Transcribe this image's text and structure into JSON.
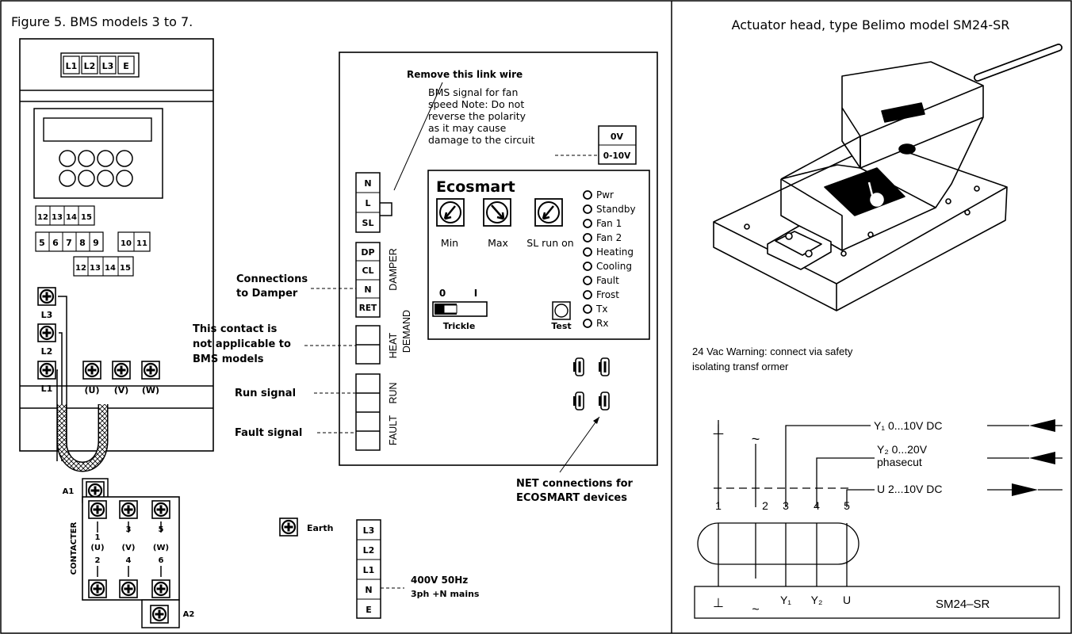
{
  "figure": {
    "title": "Figure 5. BMS models 3 to 7.",
    "actuator_title": "Actuator head, type Belimo model SM24-SR"
  },
  "unit": {
    "top_terminals": [
      "L1",
      "L2",
      "L3",
      "E"
    ],
    "row1": [
      "12",
      "13",
      "14",
      "15"
    ],
    "row2": [
      "5",
      "6",
      "7",
      "8",
      "9"
    ],
    "row2b": [
      "10",
      "11"
    ],
    "row3": [
      "12",
      "13",
      "14",
      "15"
    ],
    "screw_labels": [
      "L3",
      "L2",
      "L1"
    ],
    "bottom_labels": [
      "(U)",
      "(V)",
      "(W)"
    ]
  },
  "contactor": {
    "label": "CONTACTER",
    "a1": "A1",
    "a2": "A2",
    "top_numbers": [
      "1",
      "3",
      "5"
    ],
    "phase_labels": [
      "(U)",
      "(V)",
      "(W)"
    ],
    "bottom_numbers": [
      "2",
      "4",
      "6"
    ]
  },
  "mains": {
    "earth_label": "Earth",
    "terminals": [
      "L3",
      "L2",
      "L1",
      "N",
      "E"
    ],
    "line1": "400V 50Hz",
    "line2": "3ph +N mains"
  },
  "control": {
    "remove_link": "Remove this link wire",
    "bms_note": [
      "BMS signal for fan",
      "speed Note: Do not",
      "reverse the polarity",
      "as it may cause",
      "damage to the circuit"
    ],
    "ov_terminals": [
      "0V",
      "0-10V"
    ],
    "nlsl_terminals": [
      "N",
      "L",
      "SL"
    ],
    "damper_terminals": [
      "DP",
      "CL",
      "N",
      "RET"
    ],
    "damper_label": "DAMPER",
    "heat_label": "HEAT",
    "demand_label": "DEMAND",
    "run_label": "RUN",
    "fault_label": "FAULT",
    "connections_to_damper": [
      "Connections",
      "to Damper"
    ],
    "contact_note": [
      "This contact is",
      "not applicable to",
      "BMS models"
    ],
    "run_signal": "Run signal",
    "fault_signal": "Fault signal",
    "net_connections": [
      "NET connections for",
      "ECOSMART devices"
    ]
  },
  "ecosmart": {
    "brand": "Ecosmart",
    "dials": [
      "Min",
      "Max",
      "SL run on"
    ],
    "switch_labels": [
      "0",
      "I"
    ],
    "trickle": "Trickle",
    "test": "Test",
    "leds": [
      "Pwr",
      "Standby",
      "Fan 1",
      "Fan 2",
      "Heating",
      "Cooling",
      "Fault",
      "Frost",
      "Tx",
      "Rx"
    ]
  },
  "actuator": {
    "warning": [
      "24  Vac Warning: connect via safety",
      "isolating transf ormer"
    ],
    "signal_lines": [
      "Y₁ 0...10V DC",
      "Y₂ 0...20V",
      "phasecut",
      "U  2...10V DC"
    ],
    "pin_numbers": [
      "1",
      "2",
      "3",
      "4",
      "5"
    ],
    "pin_symbols": [
      "⊥",
      "~"
    ],
    "bottom_pins": [
      "⊥",
      "~",
      "Y₁",
      "Y₂",
      "U"
    ],
    "model": "SM24–SR"
  }
}
